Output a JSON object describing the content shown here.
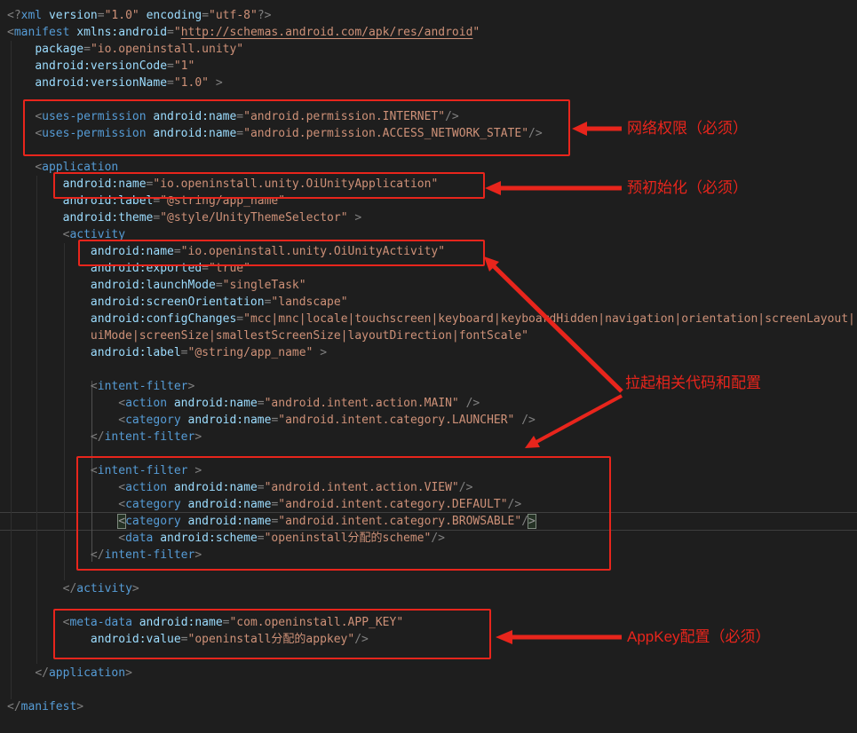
{
  "annotations": {
    "network": "网络权限（必须）",
    "preinit": "预初始化（必须）",
    "launch": "拉起相关代码和配置",
    "appkey": "AppKey配置（必须）"
  },
  "colors": {
    "background": "#1e1e1e",
    "annotation_red": "#e8251c",
    "tag": "#569cd6",
    "attribute": "#9cdcfe",
    "value": "#ce9178",
    "punctuation": "#808080"
  },
  "editor": {
    "language": "xml",
    "lines": [
      [
        [
          "p",
          "<?"
        ],
        [
          "t",
          "xml"
        ],
        [
          "w",
          " "
        ],
        [
          "a",
          "version"
        ],
        [
          "p",
          "="
        ],
        [
          "v",
          "\"1.0\""
        ],
        [
          "w",
          " "
        ],
        [
          "a",
          "encoding"
        ],
        [
          "p",
          "="
        ],
        [
          "v",
          "\"utf-8\""
        ],
        [
          "p",
          "?>"
        ]
      ],
      [
        [
          "p",
          "<"
        ],
        [
          "t",
          "manifest"
        ],
        [
          "w",
          " "
        ],
        [
          "a",
          "xmlns:android"
        ],
        [
          "p",
          "="
        ],
        [
          "v",
          "\""
        ],
        [
          "u",
          "http://schemas.android.com/apk/res/android"
        ],
        [
          "v",
          "\""
        ]
      ],
      [
        [
          "w",
          "    "
        ],
        [
          "a",
          "package"
        ],
        [
          "p",
          "="
        ],
        [
          "v",
          "\"io.openinstall.unity\""
        ]
      ],
      [
        [
          "w",
          "    "
        ],
        [
          "a",
          "android:versionCode"
        ],
        [
          "p",
          "="
        ],
        [
          "v",
          "\"1\""
        ]
      ],
      [
        [
          "w",
          "    "
        ],
        [
          "a",
          "android:versionName"
        ],
        [
          "p",
          "="
        ],
        [
          "v",
          "\"1.0\""
        ],
        [
          "p",
          " >"
        ]
      ],
      [],
      [
        [
          "w",
          "    "
        ],
        [
          "p",
          "<"
        ],
        [
          "t",
          "uses-permission"
        ],
        [
          "w",
          " "
        ],
        [
          "a",
          "android:name"
        ],
        [
          "p",
          "="
        ],
        [
          "v",
          "\"android.permission.INTERNET\""
        ],
        [
          "p",
          "/>"
        ]
      ],
      [
        [
          "w",
          "    "
        ],
        [
          "p",
          "<"
        ],
        [
          "t",
          "uses-permission"
        ],
        [
          "w",
          " "
        ],
        [
          "a",
          "android:name"
        ],
        [
          "p",
          "="
        ],
        [
          "v",
          "\"android.permission.ACCESS_NETWORK_STATE\""
        ],
        [
          "p",
          "/>"
        ]
      ],
      [],
      [
        [
          "w",
          "    "
        ],
        [
          "p",
          "<"
        ],
        [
          "t",
          "application"
        ]
      ],
      [
        [
          "w",
          "        "
        ],
        [
          "a",
          "android:name"
        ],
        [
          "p",
          "="
        ],
        [
          "v",
          "\"io.openinstall.unity.OiUnityApplication\""
        ]
      ],
      [
        [
          "w",
          "        "
        ],
        [
          "a",
          "android:label"
        ],
        [
          "p",
          "="
        ],
        [
          "v",
          "\"@string/app_name\""
        ]
      ],
      [
        [
          "w",
          "        "
        ],
        [
          "a",
          "android:theme"
        ],
        [
          "p",
          "="
        ],
        [
          "v",
          "\"@style/UnityThemeSelector\""
        ],
        [
          "p",
          " >"
        ]
      ],
      [
        [
          "w",
          "        "
        ],
        [
          "p",
          "<"
        ],
        [
          "t",
          "activity"
        ]
      ],
      [
        [
          "w",
          "            "
        ],
        [
          "a",
          "android:name"
        ],
        [
          "p",
          "="
        ],
        [
          "v",
          "\"io.openinstall.unity.OiUnityActivity\""
        ]
      ],
      [
        [
          "w",
          "            "
        ],
        [
          "a",
          "android:exported"
        ],
        [
          "p",
          "="
        ],
        [
          "v",
          "\"true\""
        ]
      ],
      [
        [
          "w",
          "            "
        ],
        [
          "a",
          "android:launchMode"
        ],
        [
          "p",
          "="
        ],
        [
          "v",
          "\"singleTask\""
        ]
      ],
      [
        [
          "w",
          "            "
        ],
        [
          "a",
          "android:screenOrientation"
        ],
        [
          "p",
          "="
        ],
        [
          "v",
          "\"landscape\""
        ]
      ],
      [
        [
          "w",
          "            "
        ],
        [
          "a",
          "android:configChanges"
        ],
        [
          "p",
          "="
        ],
        [
          "v",
          "\"mcc|mnc|locale|touchscreen|keyboard|keyboardHidden|navigation|orientation|screenLayout|"
        ]
      ],
      [
        [
          "w",
          "            "
        ],
        [
          "v",
          "uiMode|screenSize|smallestScreenSize|layoutDirection|fontScale\""
        ]
      ],
      [
        [
          "w",
          "            "
        ],
        [
          "a",
          "android:label"
        ],
        [
          "p",
          "="
        ],
        [
          "v",
          "\"@string/app_name\""
        ],
        [
          "p",
          " >"
        ]
      ],
      [],
      [
        [
          "w",
          "            "
        ],
        [
          "p",
          "<"
        ],
        [
          "t",
          "intent-filter"
        ],
        [
          "p",
          ">"
        ]
      ],
      [
        [
          "w",
          "                "
        ],
        [
          "p",
          "<"
        ],
        [
          "t",
          "action"
        ],
        [
          "w",
          " "
        ],
        [
          "a",
          "android:name"
        ],
        [
          "p",
          "="
        ],
        [
          "v",
          "\"android.intent.action.MAIN\""
        ],
        [
          "p",
          " />"
        ]
      ],
      [
        [
          "w",
          "                "
        ],
        [
          "p",
          "<"
        ],
        [
          "t",
          "category"
        ],
        [
          "w",
          " "
        ],
        [
          "a",
          "android:name"
        ],
        [
          "p",
          "="
        ],
        [
          "v",
          "\"android.intent.category.LAUNCHER\""
        ],
        [
          "p",
          " />"
        ]
      ],
      [
        [
          "w",
          "            "
        ],
        [
          "p",
          "</"
        ],
        [
          "t",
          "intent-filter"
        ],
        [
          "p",
          ">"
        ]
      ],
      [],
      [
        [
          "w",
          "            "
        ],
        [
          "p",
          "<"
        ],
        [
          "t",
          "intent-filter"
        ],
        [
          "p",
          " >"
        ]
      ],
      [
        [
          "w",
          "                "
        ],
        [
          "p",
          "<"
        ],
        [
          "t",
          "action"
        ],
        [
          "w",
          " "
        ],
        [
          "a",
          "android:name"
        ],
        [
          "p",
          "="
        ],
        [
          "v",
          "\"android.intent.action.VIEW\""
        ],
        [
          "p",
          "/>"
        ]
      ],
      [
        [
          "w",
          "                "
        ],
        [
          "p",
          "<"
        ],
        [
          "t",
          "category"
        ],
        [
          "w",
          " "
        ],
        [
          "a",
          "android:name"
        ],
        [
          "p",
          "="
        ],
        [
          "v",
          "\"android.intent.category.DEFAULT\""
        ],
        [
          "p",
          "/>"
        ]
      ],
      [
        [
          "w",
          "                "
        ],
        [
          "bm",
          "<"
        ],
        [
          "t",
          "category"
        ],
        [
          "w",
          " "
        ],
        [
          "a",
          "android:name"
        ],
        [
          "p",
          "="
        ],
        [
          "v",
          "\"android.intent.category.BROWSABLE\""
        ],
        [
          "p",
          "/"
        ],
        [
          "bm",
          ">"
        ]
      ],
      [
        [
          "w",
          "                "
        ],
        [
          "p",
          "<"
        ],
        [
          "t",
          "data"
        ],
        [
          "w",
          " "
        ],
        [
          "a",
          "android:scheme"
        ],
        [
          "p",
          "="
        ],
        [
          "v",
          "\"openinstall分配的scheme\""
        ],
        [
          "p",
          "/>"
        ]
      ],
      [
        [
          "w",
          "            "
        ],
        [
          "p",
          "</"
        ],
        [
          "t",
          "intent-filter"
        ],
        [
          "p",
          ">"
        ]
      ],
      [],
      [
        [
          "w",
          "        "
        ],
        [
          "p",
          "</"
        ],
        [
          "t",
          "activity"
        ],
        [
          "p",
          ">"
        ]
      ],
      [],
      [
        [
          "w",
          "        "
        ],
        [
          "p",
          "<"
        ],
        [
          "t",
          "meta-data"
        ],
        [
          "w",
          " "
        ],
        [
          "a",
          "android:name"
        ],
        [
          "p",
          "="
        ],
        [
          "v",
          "\"com.openinstall.APP_KEY\""
        ]
      ],
      [
        [
          "w",
          "            "
        ],
        [
          "a",
          "android:value"
        ],
        [
          "p",
          "="
        ],
        [
          "v",
          "\"openinstall分配的appkey\""
        ],
        [
          "p",
          "/>"
        ]
      ],
      [],
      [
        [
          "w",
          "    "
        ],
        [
          "p",
          "</"
        ],
        [
          "t",
          "application"
        ],
        [
          "p",
          ">"
        ]
      ],
      [],
      [
        [
          "p",
          "</"
        ],
        [
          "t",
          "manifest"
        ],
        [
          "p",
          ">"
        ]
      ]
    ]
  }
}
